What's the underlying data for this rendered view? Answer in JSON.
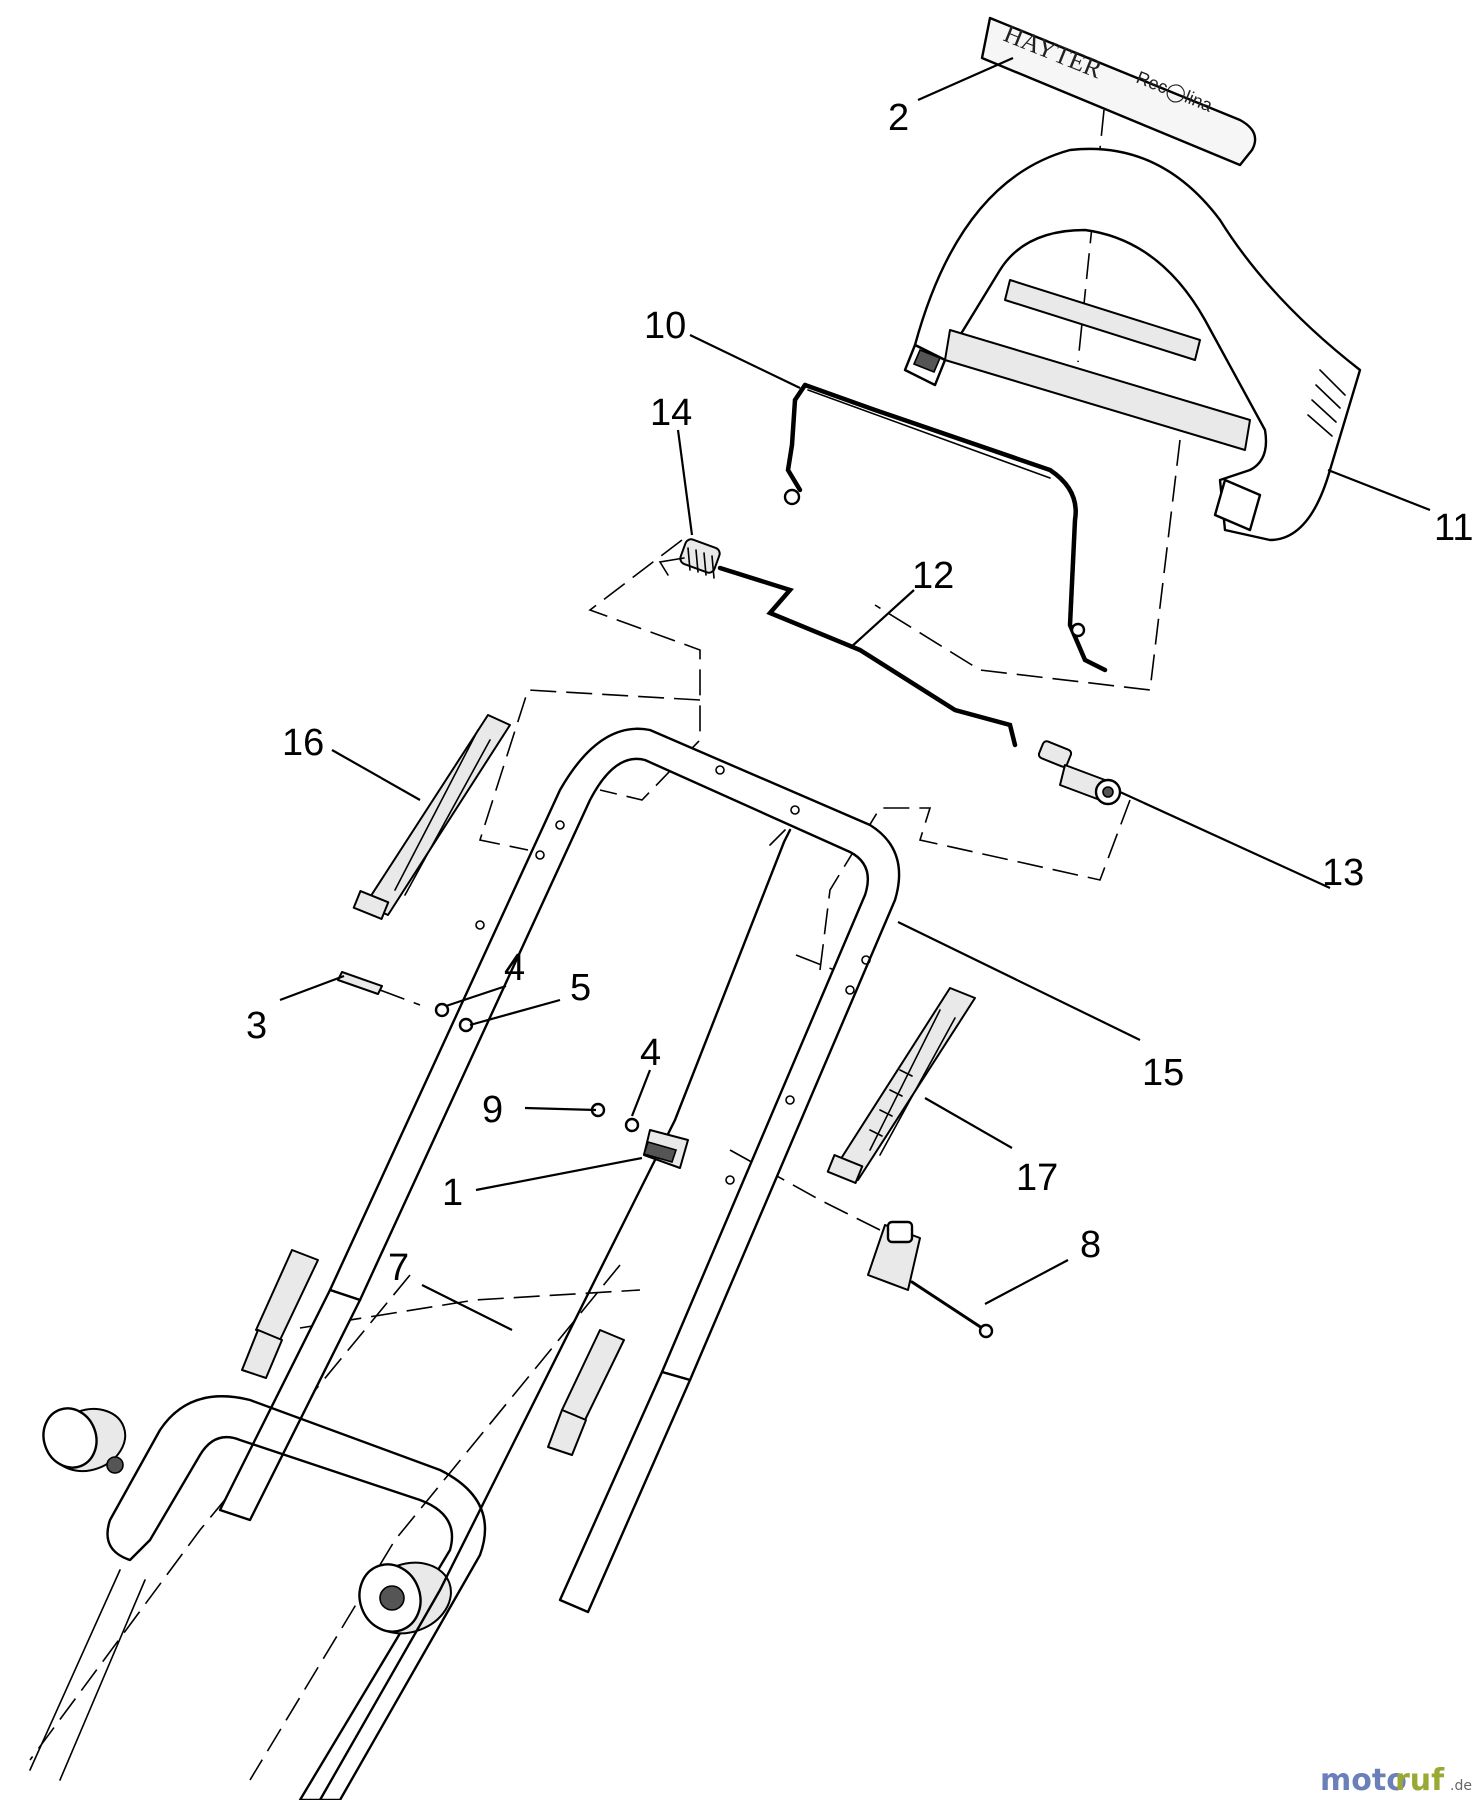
{
  "diagram": {
    "callouts": [
      {
        "id": "c2",
        "label": "2"
      },
      {
        "id": "c10",
        "label": "10"
      },
      {
        "id": "c14",
        "label": "14"
      },
      {
        "id": "c11",
        "label": "11"
      },
      {
        "id": "c12",
        "label": "12"
      },
      {
        "id": "c16",
        "label": "16"
      },
      {
        "id": "c13",
        "label": "13"
      },
      {
        "id": "c4a",
        "label": "4"
      },
      {
        "id": "c5",
        "label": "5"
      },
      {
        "id": "c3",
        "label": "3"
      },
      {
        "id": "c4b",
        "label": "4"
      },
      {
        "id": "c15",
        "label": "15"
      },
      {
        "id": "c9",
        "label": "9"
      },
      {
        "id": "c1",
        "label": "1"
      },
      {
        "id": "c17",
        "label": "17"
      },
      {
        "id": "c8",
        "label": "8"
      },
      {
        "id": "c7",
        "label": "7"
      }
    ],
    "decal_brand_text": "HAYTER",
    "decal_model_text": "Rec◯lina"
  },
  "watermark": {
    "text_a": "moto",
    "text_b": "ruf",
    "text_c": ".de",
    "color_a": "#6b7fb8",
    "color_b": "#9aa835"
  }
}
